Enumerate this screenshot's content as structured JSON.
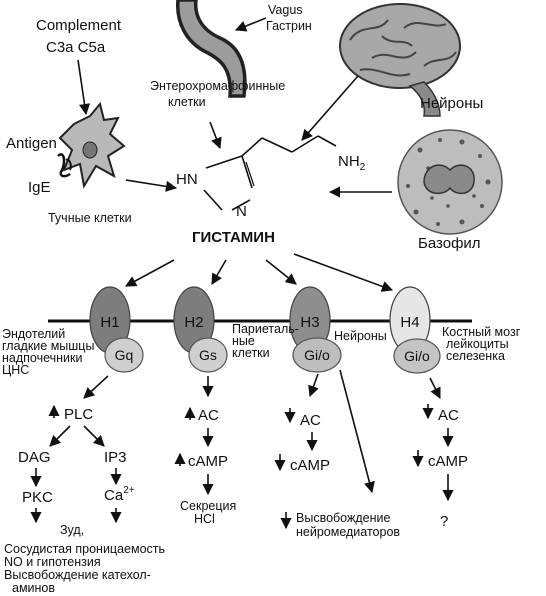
{
  "sources": {
    "complement": "Complement",
    "complement_factors": "C3a C5a",
    "antigen": "Antigen",
    "ige": "IgE",
    "mast_cells": "Тучные клетки",
    "vagus": "Vagus",
    "gastrin": "Гастрин",
    "enterochromaffin_1": "Энтерохромаффинные",
    "enterochromaffin_2": "клетки",
    "neurons": "Нейроны",
    "basophil": "Базофил"
  },
  "molecule": {
    "hn": "HN",
    "n": "N",
    "nh2": "NH",
    "nh2_sub": "2",
    "name": "ГИСТАМИН"
  },
  "receptors": [
    {
      "name": "H1",
      "g": "Gq",
      "color": "#7d7d7d",
      "g_color": "#cfcfcf",
      "tissue": [
        "Эндотелий",
        "гладкие мышцы",
        "надпочечники",
        "ЦНС"
      ],
      "pathway": [
        "PLC",
        "DAG",
        "IP3",
        "PKC",
        "Ca",
        "2+"
      ],
      "effects": [
        "Зуд,",
        "Сосудистая проницаемость",
        "NO и гипотензия",
        "Высвобождение катехол-",
        "аминов"
      ]
    },
    {
      "name": "H2",
      "g": "Gs",
      "color": "#7d7d7d",
      "g_color": "#cfcfcf",
      "tissue": [
        "Париеталь-",
        "ные",
        "клетки"
      ],
      "pathway": [
        "AC",
        "cAMP"
      ],
      "effects": [
        "Секреция",
        "HCl"
      ]
    },
    {
      "name": "H3",
      "g": "Gi/o",
      "color": "#8e8e8e",
      "g_color": "#bdbdbd",
      "tissue": [
        "Нейроны"
      ],
      "pathway": [
        "AC",
        "cAMP"
      ],
      "effects": [
        "Высвобождение",
        "нейромедиаторов"
      ]
    },
    {
      "name": "H4",
      "g": "Gi/o",
      "color": "#e6e6e6",
      "g_color": "#c4c4c4",
      "tissue": [
        "Костный мозг",
        "лейкоциты",
        "селезенка"
      ],
      "pathway": [
        "AC",
        "cAMP"
      ],
      "effects": [
        "?"
      ]
    }
  ]
}
